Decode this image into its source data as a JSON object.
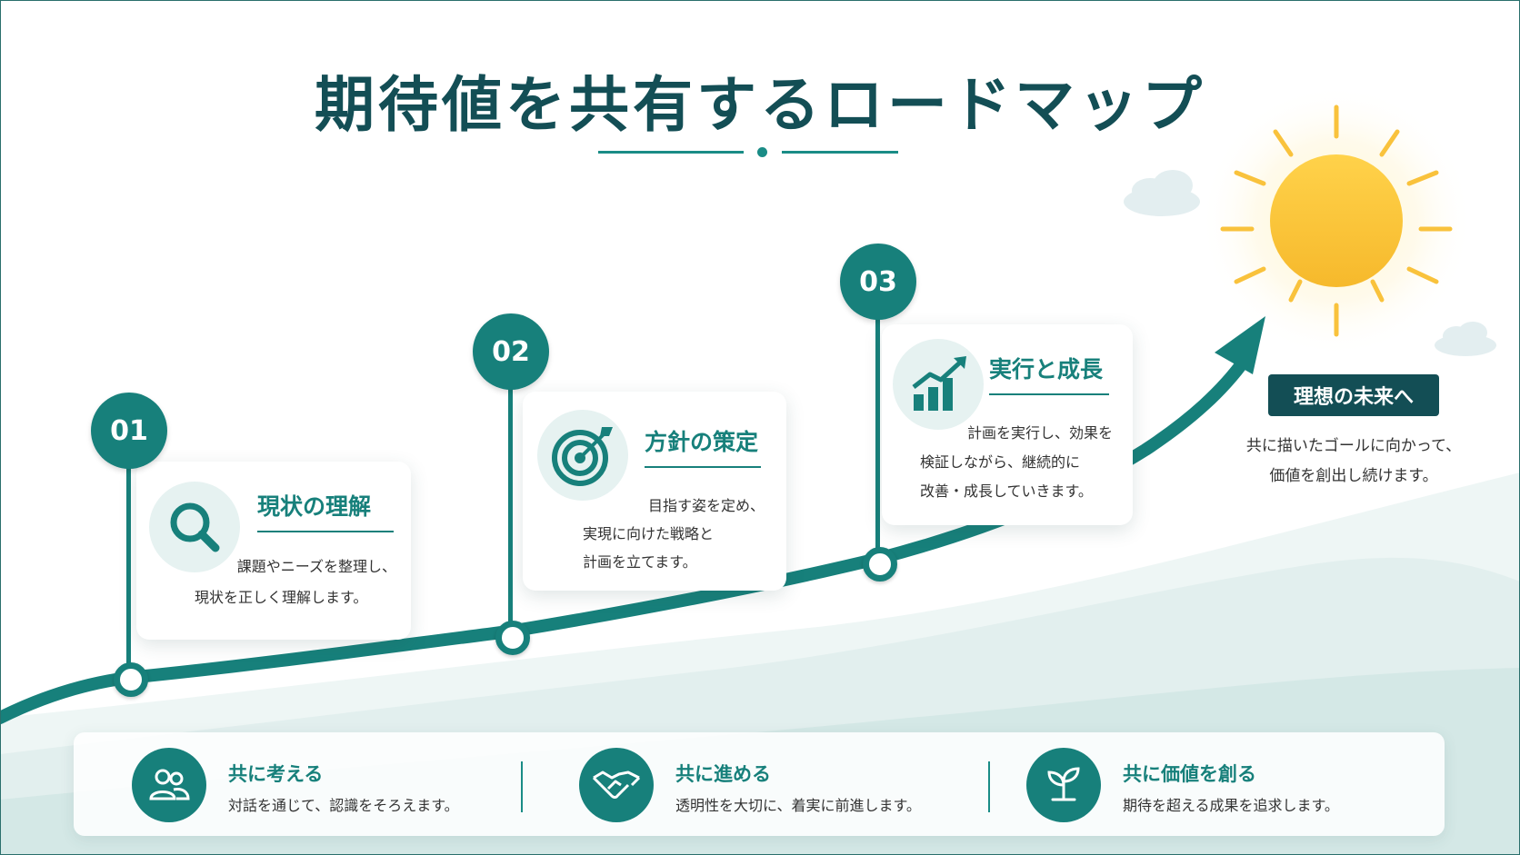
{
  "title": "期待値を共有するロードマップ",
  "colors": {
    "primary": "#17807b",
    "dark": "#134e55",
    "sun": "#f9c23c",
    "soft": "#e6f2f1"
  },
  "steps": [
    {
      "number": "01",
      "title": "現状の理解",
      "icon": "magnifier-icon",
      "lines": [
        "課題やニーズを整理し、",
        "現状を正しく理解します。"
      ]
    },
    {
      "number": "02",
      "title": "方針の策定",
      "icon": "target-icon",
      "lines": [
        "目指す姿を定め、",
        "実現に向けた戦略と",
        "計画を立てます。"
      ]
    },
    {
      "number": "03",
      "title": "実行と成長",
      "icon": "growth-chart-icon",
      "lines": [
        "計画を実行し、効果を",
        "検証しながら、継続的に",
        "改善・成長していきます。"
      ]
    }
  ],
  "goal": {
    "label": "理想の未来へ",
    "lines": [
      "共に描いたゴールに向かって、",
      "価値を創出し続けます。"
    ]
  },
  "bottom": [
    {
      "title": "共に考える",
      "desc": "対話を通じて、認識をそろえます。",
      "icon": "people-icon"
    },
    {
      "title": "共に進める",
      "desc": "透明性を大切に、着実に前進します。",
      "icon": "handshake-icon"
    },
    {
      "title": "共に価値を創る",
      "desc": "期待を超える成果を追求します。",
      "icon": "sprout-icon"
    }
  ]
}
